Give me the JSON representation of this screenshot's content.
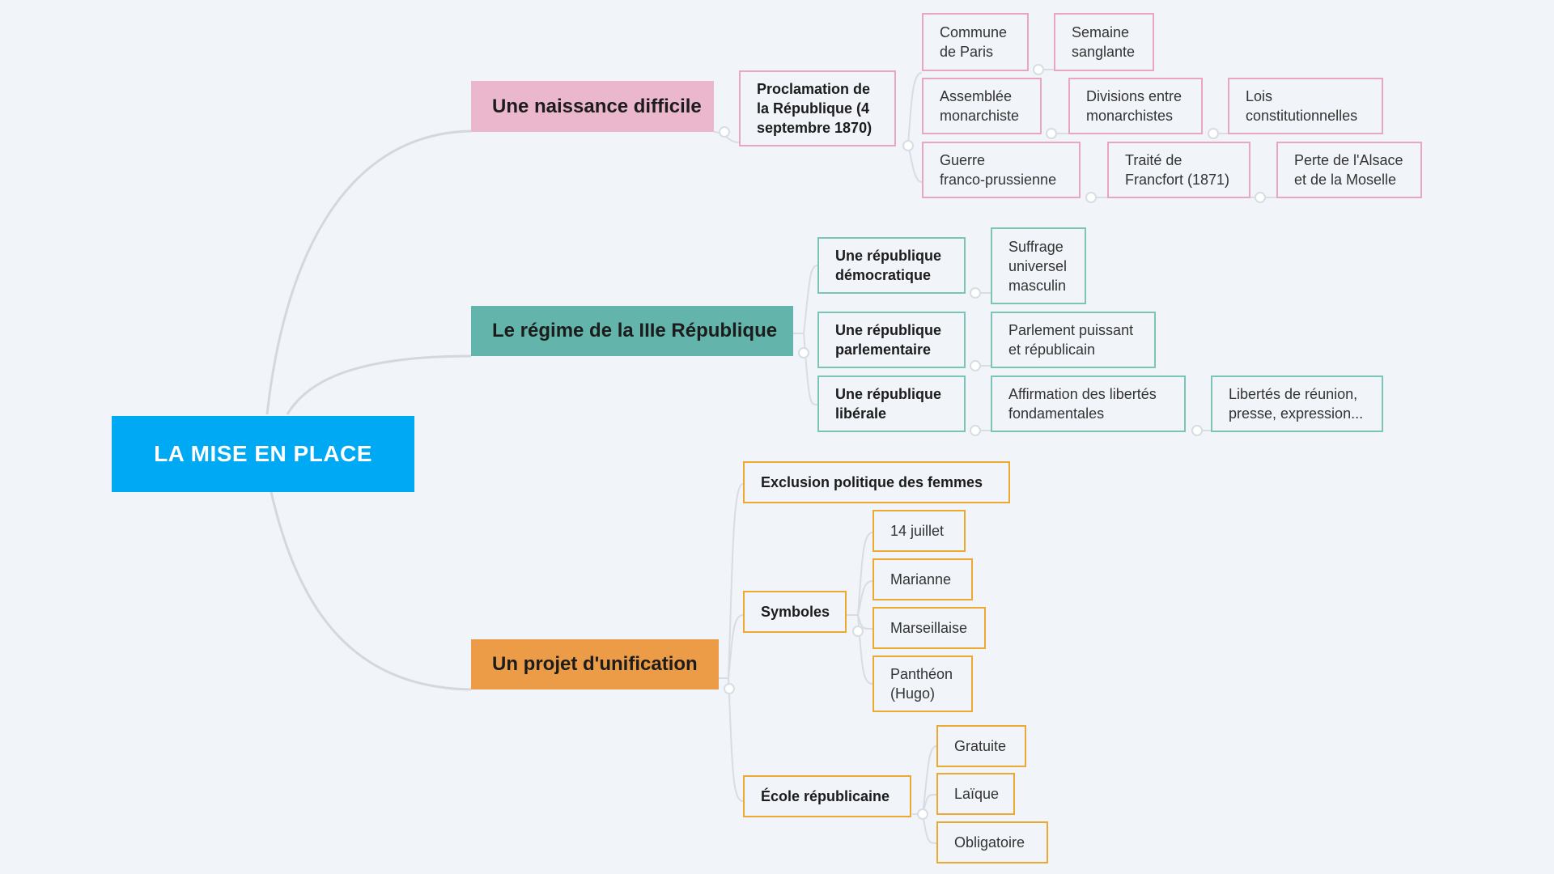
{
  "root": {
    "label": "LA MISE EN PLACE",
    "color": "#00a9f4"
  },
  "branches": [
    {
      "label": "Une naissance difficile",
      "color": "#eab7cd",
      "sub": {
        "label": "Proclamation de\nla République (4\nseptembre 1870)",
        "leaves": [
          {
            "label": "Commune\nde Paris"
          },
          {
            "label": "Semaine\nsanglante"
          },
          {
            "label": "Assemblée\nmonarchiste"
          },
          {
            "label": "Divisions entre\nmonarchistes"
          },
          {
            "label": "Lois\nconstitutionnelles"
          },
          {
            "label": "Guerre\nfranco-prussienne"
          },
          {
            "label": "Traité de\nFrancfort (1871)"
          },
          {
            "label": "Perte de l'Alsace\net de la Moselle"
          }
        ]
      }
    },
    {
      "label": "Le régime de la IIIe République",
      "color": "#63b5ab",
      "subs": [
        {
          "label": "Une république\ndémocratique",
          "leaves": [
            {
              "label": "Suffrage\nuniversel\nmasculin"
            }
          ]
        },
        {
          "label": "Une république\nparlementaire",
          "leaves": [
            {
              "label": "Parlement puissant\net républicain"
            }
          ]
        },
        {
          "label": "Une république\nlibérale",
          "leaves": [
            {
              "label": "Affirmation des libertés\nfondamentales"
            },
            {
              "label": "Libertés de réunion,\npresse, expression..."
            }
          ]
        }
      ]
    },
    {
      "label": "Un projet d'unification",
      "color": "#ec9b47",
      "subs": [
        {
          "label": "Exclusion politique des femmes",
          "leaves": []
        },
        {
          "label": "Symboles",
          "leaves": [
            {
              "label": "14 juillet"
            },
            {
              "label": "Marianne"
            },
            {
              "label": "Marseillaise"
            },
            {
              "label": "Panthéon\n(Hugo)"
            }
          ]
        },
        {
          "label": "École républicaine",
          "leaves": [
            {
              "label": "Gratuite"
            },
            {
              "label": "Laïque"
            },
            {
              "label": "Obligatoire"
            }
          ]
        }
      ]
    }
  ]
}
